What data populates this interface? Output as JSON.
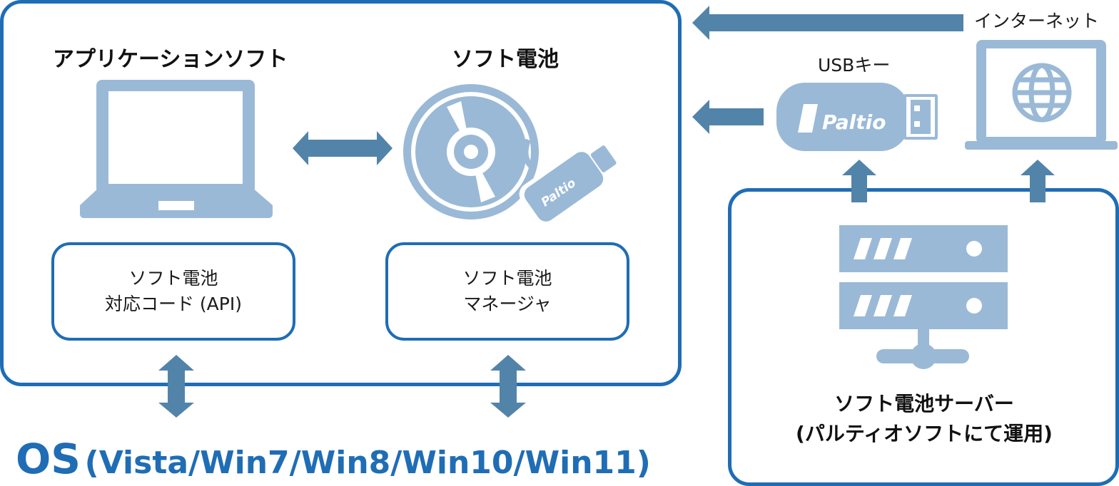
{
  "app_group": {
    "app_title": "アプリケーションソフト",
    "battery_title": "ソフト電池",
    "api_box": {
      "line1": "ソフト電池",
      "line2": "対応コード (API)"
    },
    "manager_box": {
      "line1": "ソフト電池",
      "line2": "マネージャ"
    }
  },
  "os": {
    "main": "OS",
    "versions": "(Vista/Win7/Win8/Win10/Win11)"
  },
  "usb": {
    "label": "USBキー",
    "brand": "Paltio"
  },
  "internet": {
    "label": "インターネット"
  },
  "server": {
    "line1": "ソフト電池サーバー",
    "line2": "(パルティオソフトにて運用)"
  },
  "colors": {
    "frame": "#1f6db5",
    "arrow": "#5284aa",
    "icon": "#9ab9d6",
    "icon_dark": "#7fa6c9"
  }
}
